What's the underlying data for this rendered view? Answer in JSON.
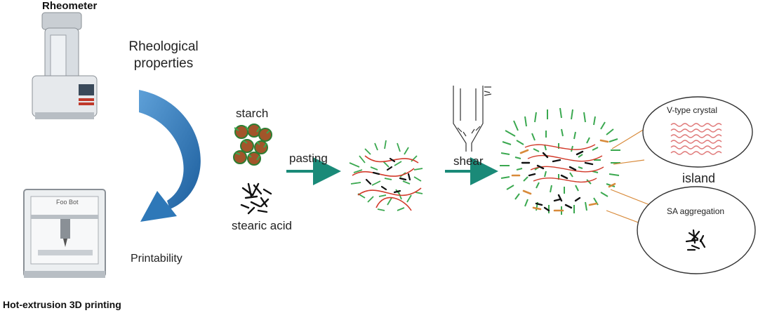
{
  "labels": {
    "rheometer": "Rheometer",
    "rheological_line1": "Rheological",
    "rheological_line2": "properties",
    "printability": "Printability",
    "printer_caption": "Hot-extrusion 3D printing",
    "printer_brand": "Foo Bot",
    "starch": "starch",
    "stearic_acid": "stearic acid",
    "pasting": "pasting",
    "shear": "shear",
    "island": "island",
    "v_type_crystal": "V-type crystal",
    "sa_aggregation": "SA aggregation"
  },
  "colors": {
    "arrow_blue": "#2e78b8",
    "process_arrow_teal": "#1a8a78",
    "starch_green": "#3aa84f",
    "starch_brown": "#a2552a",
    "chain_red": "#d23a2a",
    "crystal_pink": "#e07a7a",
    "connector_orange": "#d88a3a",
    "stearic_black": "#111111"
  }
}
